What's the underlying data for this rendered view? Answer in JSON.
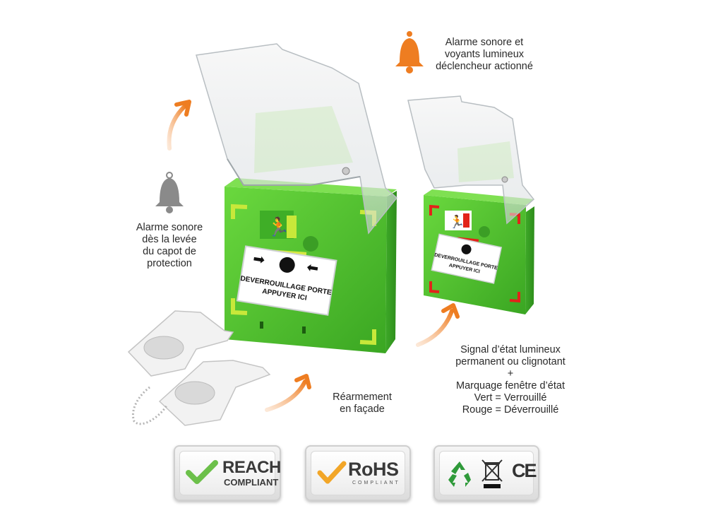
{
  "captions": {
    "alarm_top": [
      "Alarme sonore et",
      "voyants lumineux",
      "déclencheur actionné"
    ],
    "alarm_left": [
      "Alarme sonore",
      "dès la levée",
      "du capot de",
      "protection"
    ],
    "rearm": [
      "Réarmement",
      "en façade"
    ],
    "signal": [
      "Signal d’état lumineux",
      "permanent ou clignotant",
      "+",
      "Marquage fenêtre d’état",
      "Vert = Verrouillé",
      "Rouge = Déverrouillé"
    ]
  },
  "device_large": {
    "window_line1": "DEVERROUILLAGE PORTE",
    "window_line2": "APPUYER ICI",
    "body_color": "#4fc72e",
    "corner_color": "#c8e83a"
  },
  "device_small": {
    "window_line1": "DEVERROUILLAGE PORTE",
    "window_line2": "APPUYER ICI",
    "body_color": "#4fc72e",
    "corner_color": "#e2231a"
  },
  "badges": {
    "reach": {
      "title": "REACH",
      "subtitle": "COMPLIANT",
      "icon": "check-icon"
    },
    "rohs": {
      "title": "RoHS",
      "subtitle": "COMPLIANT",
      "icon": "check-icon"
    },
    "symbols": {
      "icons": [
        "recycle-icon",
        "crossed-bin-icon",
        "ce-mark"
      ],
      "ce_text": "CE"
    }
  },
  "colors": {
    "accent_orange": "#ee7d21",
    "bell_grey": "#8a8a8a",
    "check_green": "#6cc04a"
  }
}
